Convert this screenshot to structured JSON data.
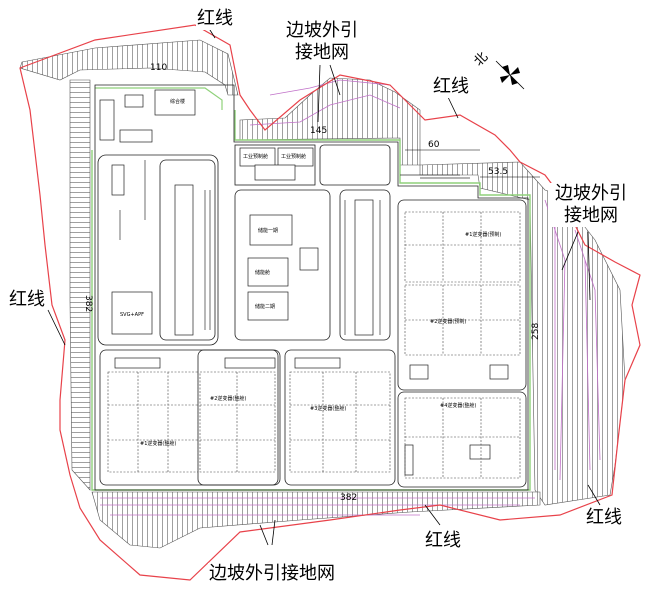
{
  "callouts": {
    "redline": "红线",
    "slope_ground_grid": "边坡外引",
    "slope_ground_grid_2": "接地网",
    "slope_ground_grid_full": "边坡外引接地网"
  },
  "dimensions": {
    "d110": "110",
    "d60": "60",
    "d53_5": "53.5",
    "d145": "145",
    "d382": "382",
    "d382_side": "382",
    "d258": "258"
  },
  "north": "北",
  "buildings": {
    "svg_area": "SVG+APF",
    "comp_room_1": "综合楼",
    "comp_room_2": "工业预制舱",
    "comp_room_3": "工业预制舱",
    "sub_1": "#1逆变器(整舱)",
    "sub_2": "#2逆变器(整舱)",
    "sub_3": "#3逆变器(整舱)",
    "sub_4": "#4逆变器(整舱)",
    "sub_5": "#1逆变器(预制)",
    "sub_6": "#2逆变器(预制)",
    "center_1": "储能一期",
    "center_2": "储能舱",
    "center_3": "储能二期"
  },
  "colors": {
    "redline": "#e8424a",
    "boundary": "#8fd17a",
    "grid": "#c070c8"
  }
}
